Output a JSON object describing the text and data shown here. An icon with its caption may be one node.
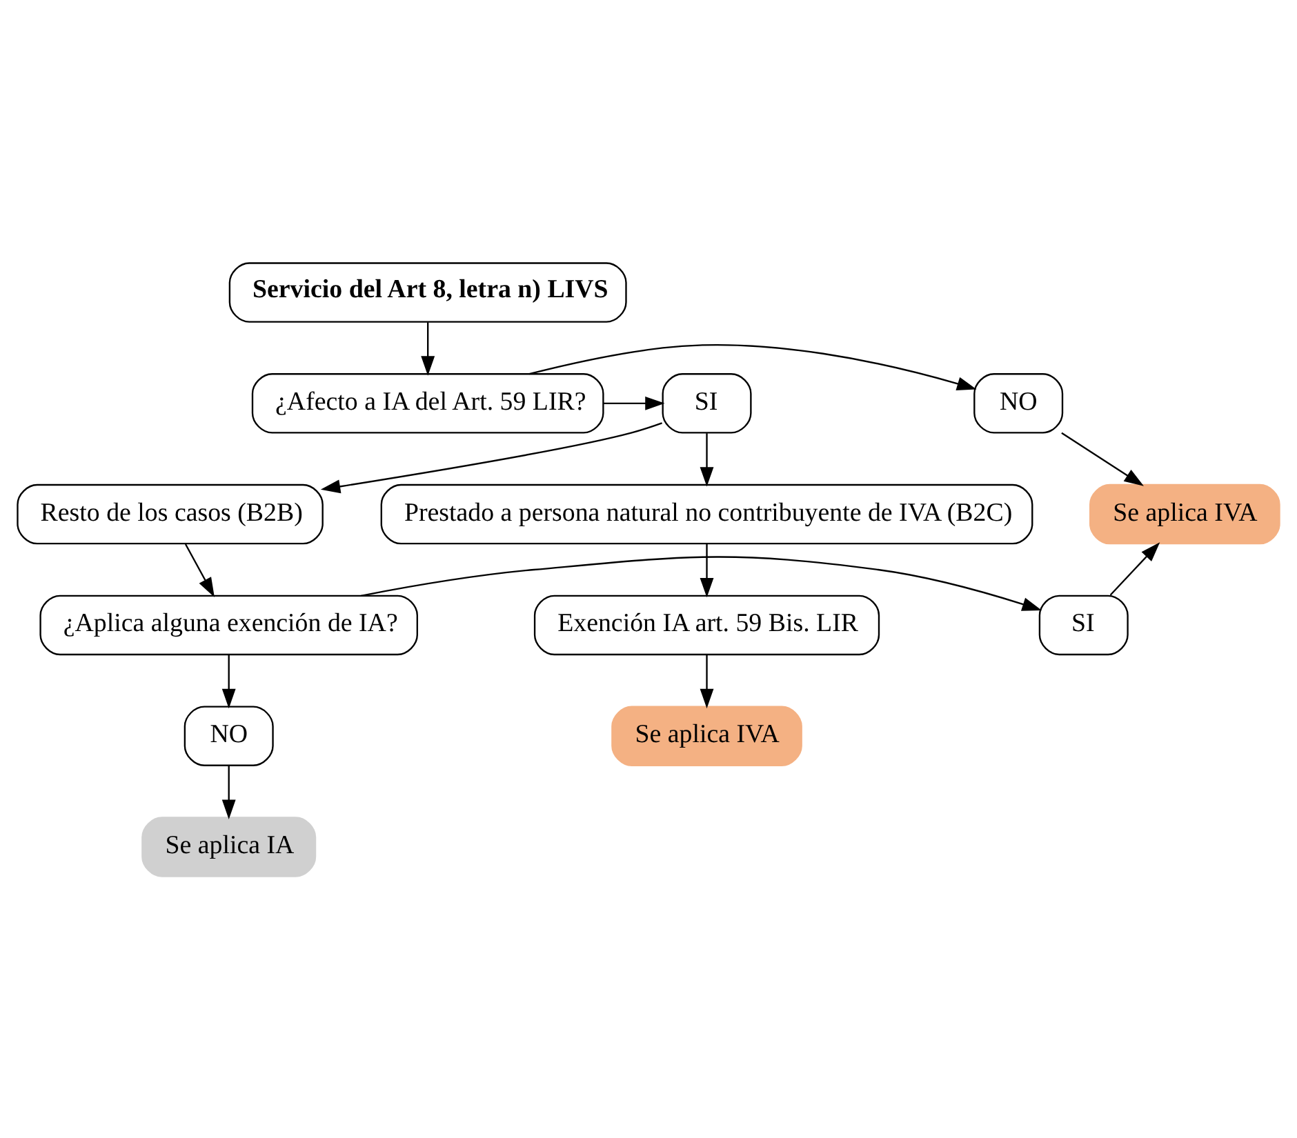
{
  "diagram": {
    "nodes": [
      {
        "text": [
          "Servicio del Art 8, letra n) LIVS"
        ]
      },
      {
        "text": [
          "¿Afecto a IA del Art. 59 LIR?"
        ]
      },
      {
        "text": [
          "SI"
        ]
      },
      {
        "text": [
          "NO"
        ]
      },
      {
        "text": [
          "Se aplica IVA"
        ]
      },
      {
        "text": [
          "Prestado a persona natural no contribuyente de IVA (B2C)"
        ]
      },
      {
        "text": [
          "Resto de los casos (B2B)"
        ]
      },
      {
        "text": [
          "Exención IA art. 59 Bis. LIR"
        ]
      },
      {
        "text": [
          "¿Aplica alguna exención de IA?"
        ]
      },
      {
        "text": [
          "SI"
        ]
      },
      {
        "text": [
          "Se aplica IVA"
        ]
      },
      {
        "text": [
          "NO"
        ]
      },
      {
        "text": [
          "Se aplica IA"
        ]
      }
    ],
    "edges": [
      {
        "from": 0,
        "to": 1,
        "arrow": "to"
      },
      {
        "from": 1,
        "to": 2,
        "arrow": "to"
      },
      {
        "from": 1,
        "to": 3,
        "arrow": "to"
      },
      {
        "from": 3,
        "to": 4,
        "arrow": "to"
      },
      {
        "from": 2,
        "to": 5,
        "arrow": "to"
      },
      {
        "from": 2,
        "to": 6,
        "arrow": "to"
      },
      {
        "from": 6,
        "to": 8,
        "arrow": "to"
      },
      {
        "from": 5,
        "to": 7,
        "arrow": "to"
      },
      {
        "from": 8,
        "to": 9,
        "arrow": "to"
      },
      {
        "from": 9,
        "to": 4,
        "arrow": "to"
      },
      {
        "from": 7,
        "to": 10,
        "arrow": "to"
      },
      {
        "from": 8,
        "to": 11,
        "arrow": "to"
      },
      {
        "from": 11,
        "to": 12,
        "arrow": "to"
      }
    ]
  }
}
